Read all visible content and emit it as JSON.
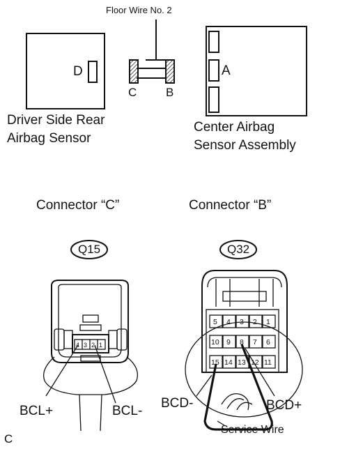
{
  "top_diagram": {
    "floor_wire_label": "Floor Wire No. 2",
    "pin_d": "D",
    "pin_a": "A",
    "pin_c": "C",
    "pin_b": "B",
    "driver_sensor": [
      "Driver Side Rear",
      "Airbag Sensor"
    ],
    "center_sensor": [
      "Center Airbag",
      "Sensor Assembly"
    ]
  },
  "connector_c": {
    "title": "Connector “C”",
    "code": "Q15",
    "pins": [
      "4",
      "3",
      "2",
      "1"
    ],
    "label_plus": "BCL+",
    "label_minus": "BCL-"
  },
  "connector_b": {
    "title": "Connector “B”",
    "code": "Q32",
    "pins_row1": [
      "5",
      "4",
      "3",
      "2",
      "1"
    ],
    "pins_row2": [
      "10",
      "9",
      "8",
      "7",
      "6"
    ],
    "pins_row3": [
      "15",
      "14",
      "13",
      "12",
      "11"
    ],
    "label_minus": "BCD-",
    "label_plus": "BCD+",
    "service_wire": "Service Wire"
  },
  "corner_label": "C"
}
